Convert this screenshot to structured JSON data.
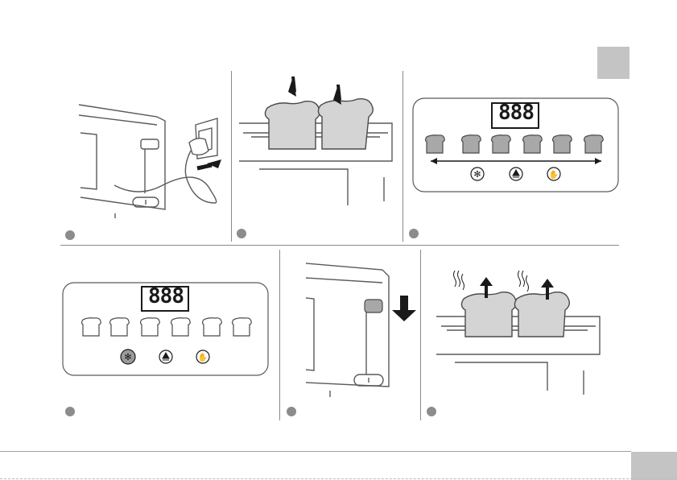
{
  "colors": {
    "line": "#5a5a5a",
    "light_line": "#8a8a8a",
    "accent_gray": "#c4c4c4",
    "dot_gray": "#8c8c8c",
    "toast_fill": "#d4d4d4",
    "button_fill": "#a8a8a8",
    "active_button": "#9a9a9a"
  },
  "panels": [
    {
      "id": "plug-in",
      "icon": "plug-icon"
    },
    {
      "id": "insert-bread",
      "icon": "bread-slices-icon"
    },
    {
      "id": "select-browning",
      "icon": "control-panel-icon",
      "display": "888"
    },
    {
      "id": "defrost-function",
      "icon": "control-panel-icon",
      "display": "888"
    },
    {
      "id": "lower-lever",
      "icon": "down-arrow-icon"
    },
    {
      "id": "toast-pops-up",
      "icon": "steam-icon"
    }
  ]
}
